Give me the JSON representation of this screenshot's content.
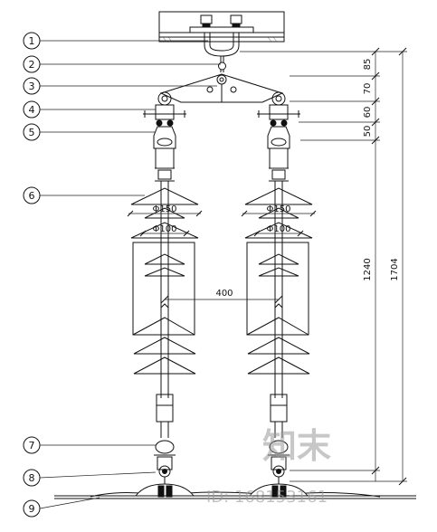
{
  "callouts": [
    "1",
    "2",
    "3",
    "4",
    "5",
    "6",
    "7",
    "8",
    "9"
  ],
  "dimensions": {
    "v85": "85",
    "v70": "70",
    "v60": "60",
    "v50": "50",
    "v1240": "1240",
    "v1704": "1704",
    "spacing": "400",
    "shed_large_left": "Φ150",
    "shed_small_left": "Φ100",
    "shed_large_right": "Φ150",
    "shed_small_right": "Φ100"
  },
  "watermark": {
    "brand": "知末",
    "id_text": "ID: 168153161"
  }
}
